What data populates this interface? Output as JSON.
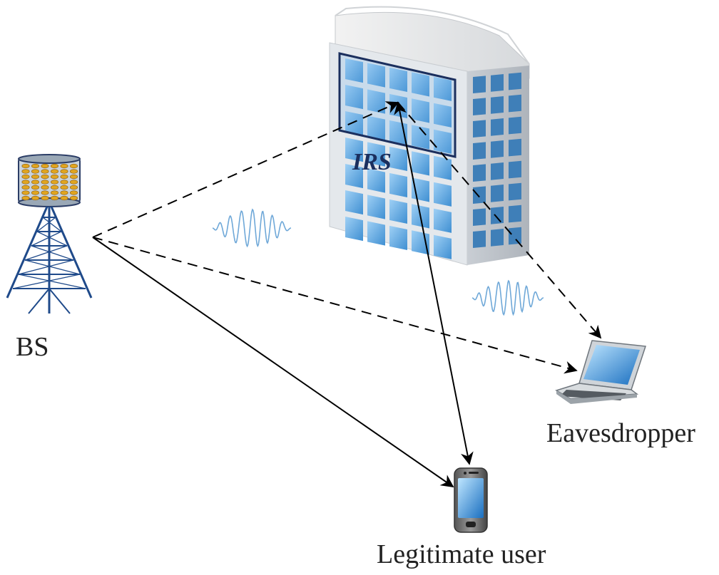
{
  "labels": {
    "bs": "BS",
    "irs": "IRS",
    "eavesdropper": "Eavesdropper",
    "user": "Legitimate user"
  },
  "links": [
    {
      "from": "BS",
      "to": "IRS",
      "style": "dashed"
    },
    {
      "from": "BS",
      "to": "Eavesdropper",
      "style": "dashed"
    },
    {
      "from": "BS",
      "to": "Legitimate user",
      "style": "solid"
    },
    {
      "from": "IRS",
      "to": "Eavesdropper",
      "style": "dashed"
    },
    {
      "from": "IRS",
      "to": "Legitimate user",
      "style": "solid",
      "bidirectional": true
    }
  ],
  "colors": {
    "building_glass": "#5aa3dc",
    "building_face": "#dfe4e9",
    "irs_frame": "#1b2f5e",
    "wave": "#6fa8d8",
    "tower": "#1f4a8a",
    "antenna_element": "#e0a520",
    "arrow": "#000000"
  },
  "icons": [
    "tower-icon",
    "building-icon",
    "laptop-icon",
    "phone-icon",
    "wave-icon"
  ]
}
